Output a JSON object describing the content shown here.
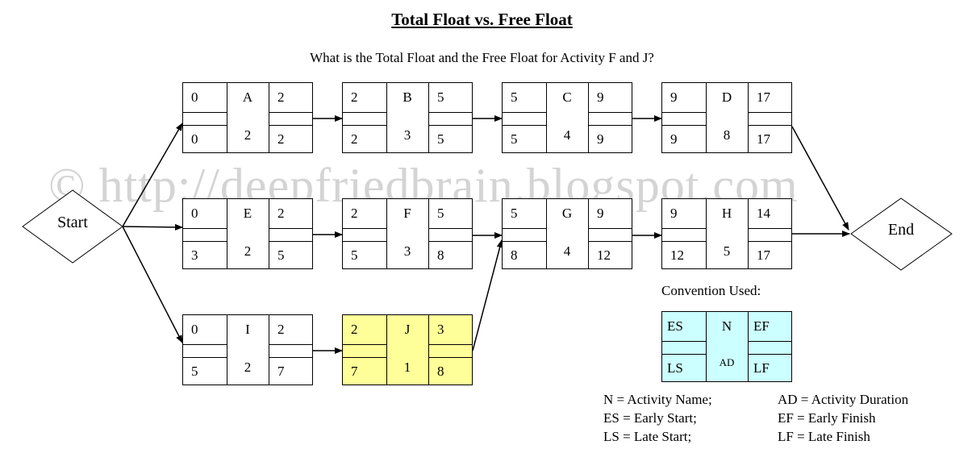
{
  "title": "Total Float vs. Free Float",
  "question": "What is the Total Float and the Free Float for Activity F and J?",
  "watermark": "© http://deepfriedbrain.blogspot.com",
  "start_label": "Start",
  "end_label": "End",
  "activities": {
    "A": {
      "name": "A",
      "es": "0",
      "ef": "2",
      "ls": "0",
      "lf": "2",
      "dur": "2"
    },
    "B": {
      "name": "B",
      "es": "2",
      "ef": "5",
      "ls": "2",
      "lf": "5",
      "dur": "3"
    },
    "C": {
      "name": "C",
      "es": "5",
      "ef": "9",
      "ls": "5",
      "lf": "9",
      "dur": "4"
    },
    "D": {
      "name": "D",
      "es": "9",
      "ef": "17",
      "ls": "9",
      "lf": "17",
      "dur": "8"
    },
    "E": {
      "name": "E",
      "es": "0",
      "ef": "2",
      "ls": "3",
      "lf": "5",
      "dur": "2"
    },
    "F": {
      "name": "F",
      "es": "2",
      "ef": "5",
      "ls": "5",
      "lf": "8",
      "dur": "3"
    },
    "G": {
      "name": "G",
      "es": "5",
      "ef": "9",
      "ls": "8",
      "lf": "12",
      "dur": "4"
    },
    "H": {
      "name": "H",
      "es": "9",
      "ef": "14",
      "ls": "12",
      "lf": "17",
      "dur": "5"
    },
    "I": {
      "name": "I",
      "es": "0",
      "ef": "2",
      "ls": "5",
      "lf": "7",
      "dur": "2"
    },
    "J": {
      "name": "J",
      "es": "2",
      "ef": "3",
      "ls": "7",
      "lf": "8",
      "dur": "1"
    }
  },
  "convention": {
    "caption": "Convention Used:",
    "es": "ES",
    "n": "N",
    "ef": "EF",
    "ls": "LS",
    "ad": "AD",
    "lf": "LF"
  },
  "legend": [
    "N = Activity Name;",
    "AD = Activity Duration",
    "ES = Early Start;",
    "EF = Early Finish",
    "LS = Late Start;",
    "LF = Late Finish"
  ],
  "colors": {
    "highlight": "#ffff99",
    "convention_fill": "#ccffff",
    "watermark": "#d4d4d4"
  }
}
